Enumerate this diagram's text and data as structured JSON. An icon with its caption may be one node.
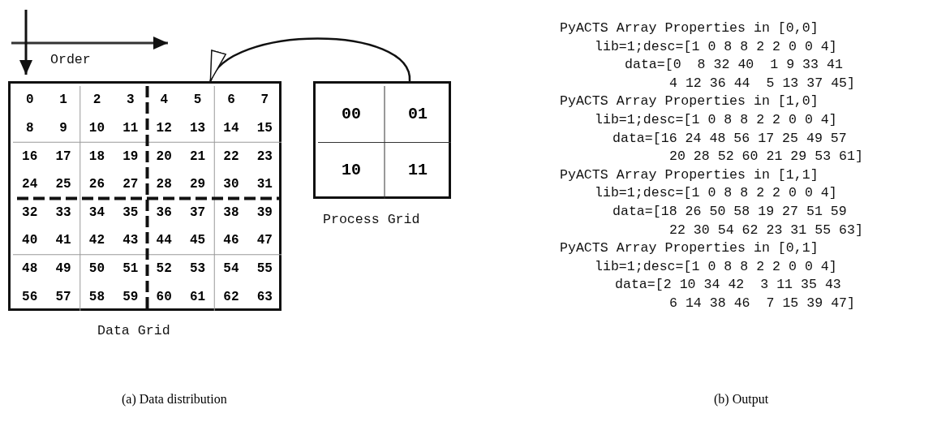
{
  "diagram": {
    "nodes": [
      {
        "text": [
          "Data Grid"
        ]
      },
      {
        "text": [
          "Process Grid"
        ]
      }
    ],
    "edges": [
      {
        "from": 1,
        "to": 0,
        "arrow": "to"
      }
    ],
    "labels": [
      "Order",
      "0",
      "1",
      "2",
      "3",
      "4",
      "5",
      "6",
      "7",
      "8",
      "9",
      "10",
      "11",
      "12",
      "13",
      "14",
      "15",
      "16",
      "17",
      "18",
      "19",
      "20",
      "21",
      "22",
      "23",
      "24",
      "25",
      "26",
      "27",
      "28",
      "29",
      "30",
      "31",
      "32",
      "33",
      "34",
      "35",
      "36",
      "37",
      "38",
      "39",
      "40",
      "41",
      "42",
      "43",
      "44",
      "45",
      "46",
      "47",
      "48",
      "49",
      "50",
      "51",
      "52",
      "53",
      "54",
      "55",
      "56",
      "57",
      "58",
      "59",
      "60",
      "61",
      "62",
      "63",
      "00",
      "01",
      "10",
      "11",
      "PyACTS Array Properties in [0,0]",
      "lib=1;desc=[1 0 8 8 2 2 0 0 4]",
      "data=[0  8 32 40  1 9 33 41",
      "4 12 36 44  5 13 37 45]",
      "PyACTS Array Properties in [1,0]",
      "lib=1;desc=[1 0 8 8 2 2 0 0 4]",
      "data=[16 24 48 56 17 25 49 57",
      "20 28 52 60 21 29 53 61]",
      "PyACTS Array Properties in [1,1]",
      "lib=1;desc=[1 0 8 8 2 2 0 0 4]",
      "data=[18 26 50 58 19 27 51 59",
      "22 30 54 62 23 31 55 63]",
      "PyACTS Array Properties in [0,1]",
      "lib=1;desc=[1 0 8 8 2 2 0 0 4]",
      "data=[2 10 34 42  3 11 35 43",
      "6 14 38 46  7 15 39 47]",
      "(a) Data distribution",
      "(b) Output"
    ]
  }
}
